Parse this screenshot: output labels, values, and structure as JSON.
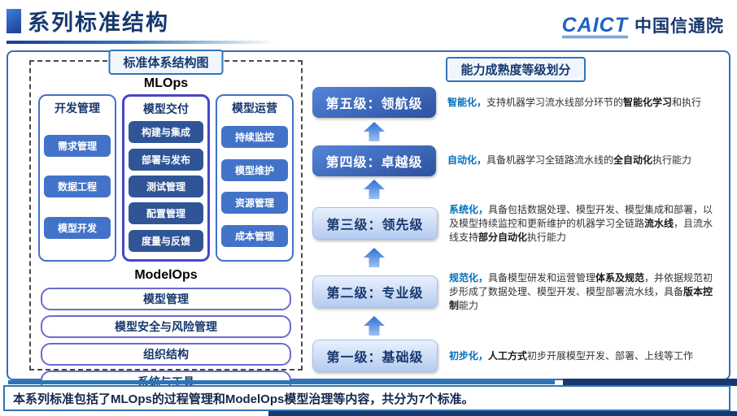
{
  "header": {
    "title": "系列标准结构",
    "logo_caict": "CAICT",
    "logo_org": "中国信通院"
  },
  "left_panel": {
    "badge": "标准体系结构图",
    "mlops_label": "MLOps",
    "modelops_label": "ModelOps",
    "columns": [
      {
        "title": "开发管理",
        "highlight": false,
        "items": [
          "需求管理",
          "数据工程",
          "模型开发"
        ]
      },
      {
        "title": "模型交付",
        "highlight": true,
        "items": [
          "构建与集成",
          "部署与发布",
          "测试管理",
          "配置管理",
          "度量与反馈"
        ]
      },
      {
        "title": "模型运营",
        "highlight": false,
        "items": [
          "持续监控",
          "模型维护",
          "资源管理",
          "成本管理"
        ]
      }
    ],
    "bars": [
      "模型管理",
      "模型安全与风险管理",
      "组织结构",
      "系统与工具"
    ]
  },
  "right_panel": {
    "badge": "能力成熟度等级划分",
    "levels": [
      {
        "label": "第五级：领航级",
        "variant": "dark",
        "desc": [
          {
            "t": "智能化，",
            "s": "hl"
          },
          {
            "t": "支持机器学习流水线部分环节的",
            "s": "n"
          },
          {
            "t": "智能化学习",
            "s": "b"
          },
          {
            "t": "和执行",
            "s": "n"
          }
        ]
      },
      {
        "label": "第四级：卓越级",
        "variant": "dark",
        "desc": [
          {
            "t": "自动化，",
            "s": "hl"
          },
          {
            "t": "具备机器学习全链路流水线的",
            "s": "n"
          },
          {
            "t": "全自动化",
            "s": "b"
          },
          {
            "t": "执行能力",
            "s": "n"
          }
        ]
      },
      {
        "label": "第三级：领先级",
        "variant": "light",
        "desc": [
          {
            "t": "系统化，",
            "s": "hl"
          },
          {
            "t": "具备包括数据处理、模型开发、模型集成和部署，以及模型持续监控和更新维护的机器学习全链路",
            "s": "n"
          },
          {
            "t": "流水线",
            "s": "b"
          },
          {
            "t": "，且流水线支持",
            "s": "n"
          },
          {
            "t": "部分自动化",
            "s": "b"
          },
          {
            "t": "执行能力",
            "s": "n"
          }
        ]
      },
      {
        "label": "第二级：专业级",
        "variant": "light",
        "desc": [
          {
            "t": "规范化，",
            "s": "hl"
          },
          {
            "t": "具备模型研发和运营管理",
            "s": "n"
          },
          {
            "t": "体系及规范",
            "s": "b"
          },
          {
            "t": "，并依据规范初步形成了数据处理、模型开发、模型部署流水线，具备",
            "s": "n"
          },
          {
            "t": "版本控制",
            "s": "b"
          },
          {
            "t": "能力",
            "s": "n"
          }
        ]
      },
      {
        "label": "第一级：基础级",
        "variant": "light",
        "desc": [
          {
            "t": "初步化，",
            "s": "hl"
          },
          {
            "t": "人工方式",
            "s": "b"
          },
          {
            "t": "初步开展模型开发、部署、上线等工作",
            "s": "n"
          }
        ]
      }
    ]
  },
  "footer": {
    "text": "本系列标准包括了MLOps的过程管理和ModelOps模型治理等内容，共分为7个标准。"
  },
  "colors": {
    "accent_blue": "#2E75B6",
    "navy": "#17386E",
    "item_blue": "#4273C8",
    "item_dark_blue": "#2F5597",
    "highlight_border": "#4747C8",
    "bar_border": "#6B6BD0",
    "arrow_blue": "#3F7EE0",
    "keyword_blue": "#0070C0"
  }
}
